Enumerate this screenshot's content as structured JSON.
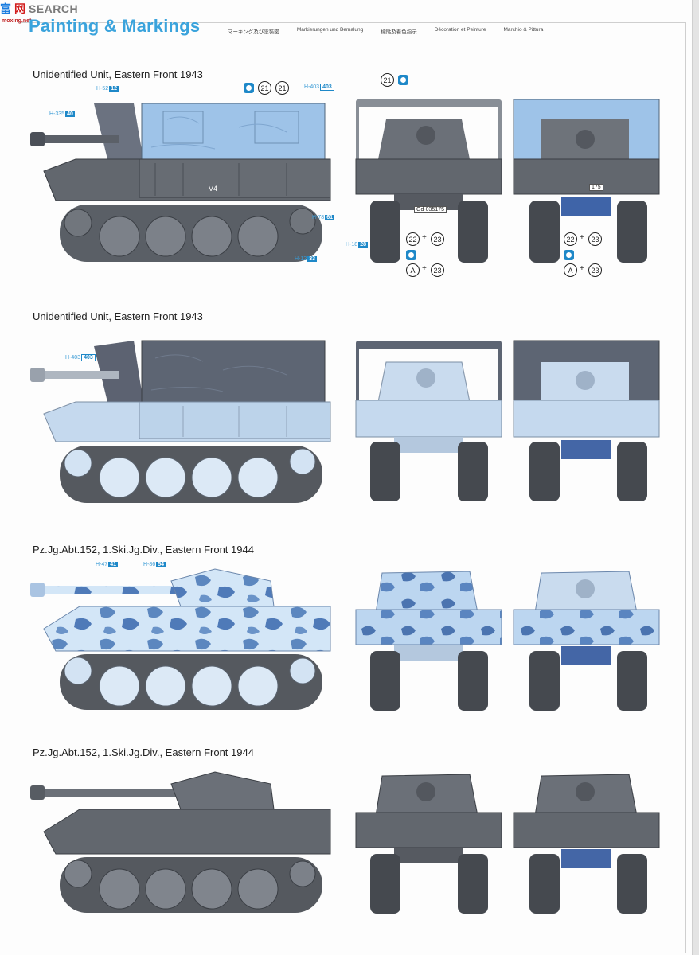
{
  "header": {
    "logo_cn_1": "富",
    "logo_cn_2": "网",
    "logo_search": "SEARCH",
    "logo_sub": "moxing.net",
    "title": "Painting & Markings",
    "subtitles": [
      "マーキング及び塗装図",
      "Markierungen und Bemalung",
      "標貼及着色指示",
      "Décoration et Peinture",
      "Marchio & Pittura"
    ]
  },
  "sections": [
    {
      "heading": "Unidentified Unit, Eastern Front 1943"
    },
    {
      "heading": "Unidentified Unit, Eastern Front 1943"
    },
    {
      "heading": "Pz.Jg.Abt.152, 1.Ski.Jg.Div., Eastern Front 1944"
    },
    {
      "heading": "Pz.Jg.Abt.152, 1.Ski.Jg.Div., Eastern Front 1944"
    }
  ],
  "paint_codes": {
    "s1_a": {
      "code": "H-52",
      "n": "12"
    },
    "s1_b": {
      "code": "H-335",
      "n": "40"
    },
    "s1_c": {
      "code": "H-403",
      "n": ""
    },
    "s1_d": {
      "code": "H-78",
      "n": "61"
    },
    "s1_e": {
      "code": "H-18",
      "n": "28"
    },
    "s1_f": {
      "code": "H-12",
      "n": "33"
    },
    "s2_a": {
      "code": "H-403",
      "n": ""
    },
    "s3_a": {
      "code": "H-47",
      "n": "41"
    },
    "s3_b": {
      "code": "H-86",
      "n": "54"
    }
  },
  "markings": {
    "d21a": "21",
    "d21b": "21",
    "d21c": "21",
    "d22a": "22",
    "d23a": "23",
    "dAa": "A",
    "d23b": "23",
    "d22b": "22",
    "d23c": "23",
    "dAb": "A",
    "d23d": "23",
    "plus": "+",
    "plate_1": "Gd-035175",
    "plate_2": "175",
    "hull_code": "V4"
  },
  "colors": {
    "grey": "#63686f",
    "light_blue": "#a9ccee",
    "canvas_blue": "#9ec3e8",
    "accent": "#3aa3dc",
    "decal_blue": "#1e88c8"
  }
}
